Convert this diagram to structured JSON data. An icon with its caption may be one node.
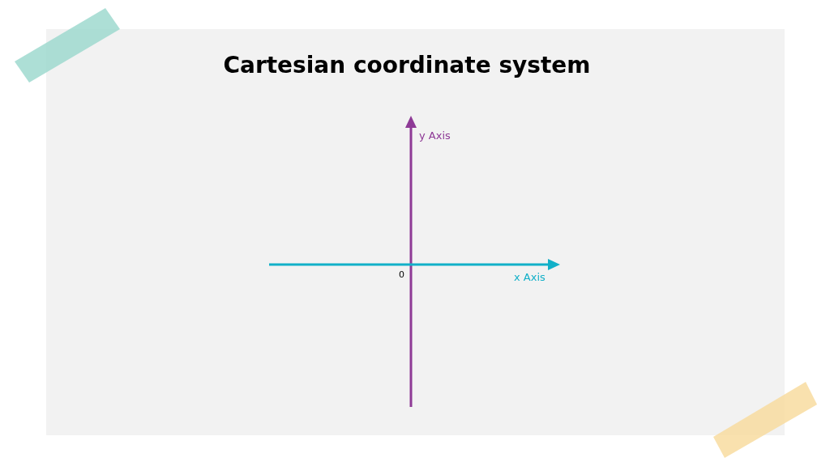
{
  "diagram": {
    "title": "Cartesian coordinate system",
    "labels": [
      "y Axis",
      "0",
      "x Axis"
    ]
  }
}
